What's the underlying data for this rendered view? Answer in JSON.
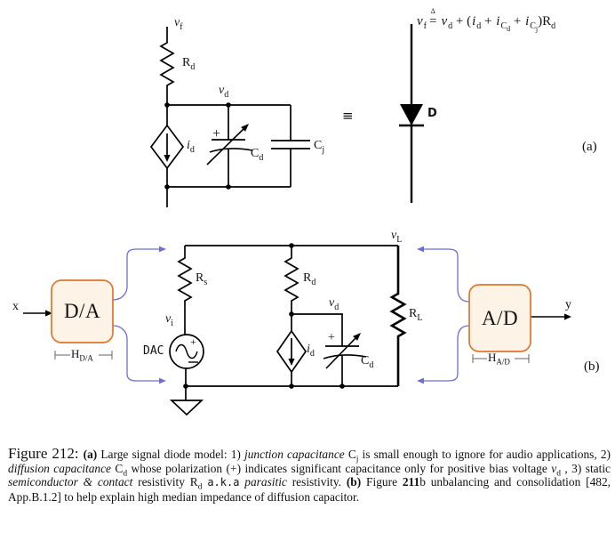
{
  "colors": {
    "wire": "#000000",
    "probe_blue": "#6f6fd0",
    "block_border": "#e0762c",
    "block_fill": "#fdf3e6",
    "measure_grey": "#666666"
  },
  "part_a": {
    "section_label": "(a)",
    "equation": {
      "v1": "v",
      "s1": "f",
      "delta_top": "Δ",
      "eq_sign": "=",
      "v2": "v",
      "s2": "d",
      "plus1": "+ (",
      "i1": "i",
      "s3": "d",
      "plus2": "+ ",
      "i2": "i",
      "c1": "C",
      "c1s": "d",
      "plus3": "+ ",
      "i3": "i",
      "c2": "C",
      "c2s": "j",
      "close": ")R",
      "s4": "d"
    },
    "labels": {
      "vf": {
        "b": "v",
        "s": "f"
      },
      "rd": {
        "b": "R",
        "s": "d"
      },
      "vd": {
        "b": "v",
        "s": "d"
      },
      "id": {
        "b": "i",
        "s": "d"
      },
      "cd": {
        "b": "C",
        "s": "d"
      },
      "cj": {
        "b": "C",
        "s": "j"
      },
      "plus_cd": "+",
      "equiv": "≡",
      "diode": "D"
    }
  },
  "part_b": {
    "section_label": "(b)",
    "input_label": "x",
    "output_label": "y",
    "da_block_label": "D/A",
    "ad_block_label": "A/D",
    "h_da": {
      "b": "H",
      "s": "D/A"
    },
    "h_ad": {
      "b": "H",
      "s": "A/D"
    },
    "dac_label": "DAC",
    "labels": {
      "vi": {
        "b": "v",
        "s": "i"
      },
      "rs": {
        "b": "R",
        "s": "s"
      },
      "rd": {
        "b": "R",
        "s": "d"
      },
      "vd": {
        "b": "v",
        "s": "d"
      },
      "id": {
        "b": "i",
        "s": "d"
      },
      "cd": {
        "b": "C",
        "s": "d"
      },
      "rl": {
        "b": "R",
        "s": "L"
      },
      "vl": {
        "b": "v",
        "s": "L"
      },
      "plus_src": "+",
      "minus_src": "−",
      "plus_cd": "+"
    }
  },
  "caption": {
    "tokens": [
      {
        "t": "Figure 212: ",
        "s": "big"
      },
      {
        "t": "(a) ",
        "s": "b"
      },
      {
        "t": "Large signal diode model: 1) ",
        "s": ""
      },
      {
        "t": "junction capacitance",
        "s": "it"
      },
      {
        "t": " C",
        "s": ""
      },
      {
        "t": "j",
        "s": "sub"
      },
      {
        "t": " is small enough to ignore for audio applications, 2) ",
        "s": ""
      },
      {
        "t": "diffusion capacitance",
        "s": "it"
      },
      {
        "t": " C",
        "s": ""
      },
      {
        "t": "d",
        "s": "sub"
      },
      {
        "t": " whose polarization (+) indicates significant capacitance only for positive bias voltage ",
        "s": ""
      },
      {
        "t": "v",
        "s": "it"
      },
      {
        "t": "d",
        "s": "sub"
      },
      {
        "t": " , 3) static ",
        "s": ""
      },
      {
        "t": "semiconductor & contact",
        "s": "it"
      },
      {
        "t": " resistivity R",
        "s": ""
      },
      {
        "t": "d",
        "s": "sub"
      },
      {
        "t": " ",
        "s": ""
      },
      {
        "t": "a.k.a",
        "s": "tt"
      },
      {
        "t": " ",
        "s": ""
      },
      {
        "t": "parasitic",
        "s": "it"
      },
      {
        "t": " resistivity. ",
        "s": ""
      },
      {
        "t": "(b) ",
        "s": "b"
      },
      {
        "t": "Figure ",
        "s": ""
      },
      {
        "t": "211",
        "s": "b"
      },
      {
        "t": "b unbalancing and consolidation [482, App.B.1.2] to help explain high median impedance of diffusion capacitor.",
        "s": ""
      }
    ]
  }
}
